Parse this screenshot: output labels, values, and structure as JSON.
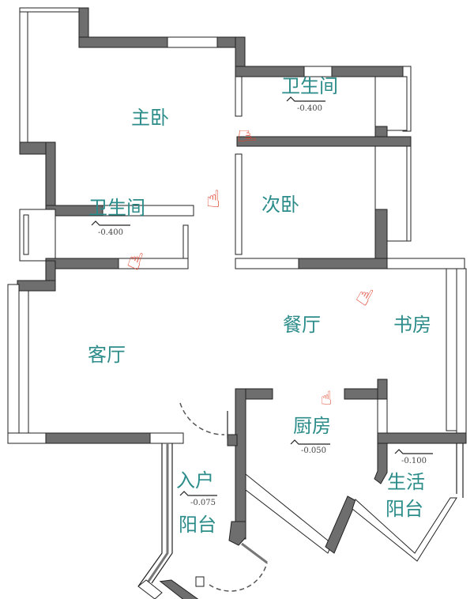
{
  "rooms": {
    "master_bedroom": "主卧",
    "bathroom_top": "卫生间",
    "bathroom_left": "卫生间",
    "second_bedroom": "次卧",
    "dining_room": "餐厅",
    "study": "书房",
    "living_room": "客厅",
    "kitchen": "厨房",
    "entry_line1": "入户",
    "entry_line2": "阳台",
    "service_line1": "生活",
    "service_line2": "阳台"
  },
  "elevations": {
    "bathroom_top": "-0.400",
    "bathroom_left": "-0.400",
    "kitchen": "-0.050",
    "entry_balcony": "-0.075",
    "service_balcony": "-0.100"
  },
  "colors": {
    "label": "#2b8c8a",
    "hand_marker": "#e0402a",
    "wall": "#6e6e6e"
  },
  "markers": [
    "hand-pointer",
    "hand-pointer",
    "hand-pointer",
    "hand-pointer",
    "hand-pointer"
  ]
}
